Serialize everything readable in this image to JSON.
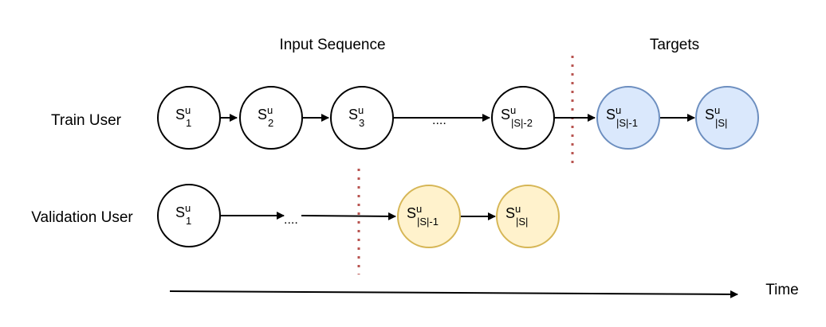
{
  "labels": {
    "input_sequence": "Input Sequence",
    "targets": "Targets",
    "train_user": "Train User",
    "validation_user": "Validation User",
    "time": "Time"
  },
  "train_nodes": [
    {
      "base": "S",
      "sup": "u",
      "sub": "1",
      "kind": "input"
    },
    {
      "base": "S",
      "sup": "u",
      "sub": "2",
      "kind": "input"
    },
    {
      "base": "S",
      "sup": "u",
      "sub": "3",
      "kind": "input"
    },
    {
      "base": "S",
      "sup": "u",
      "sub": "|S|-2",
      "kind": "input"
    },
    {
      "base": "S",
      "sup": "u",
      "sub": "|S|-1",
      "kind": "target"
    },
    {
      "base": "S",
      "sup": "u",
      "sub": "|S|",
      "kind": "target"
    }
  ],
  "validation_nodes": [
    {
      "base": "S",
      "sup": "u",
      "sub": "1",
      "kind": "input"
    },
    {
      "base": "S",
      "sup": "u",
      "sub": "|S|-1",
      "kind": "validation-target"
    },
    {
      "base": "S",
      "sup": "u",
      "sub": "|S|",
      "kind": "validation-target"
    }
  ],
  "ellipsis": "....",
  "colors": {
    "stroke": "#000000",
    "input_fill": "#ffffff",
    "target_fill": "#dae8fc",
    "target_stroke": "#6c8ebf",
    "validation_fill": "#fff2cc",
    "validation_stroke": "#d6b656",
    "divider": "#b85450"
  }
}
